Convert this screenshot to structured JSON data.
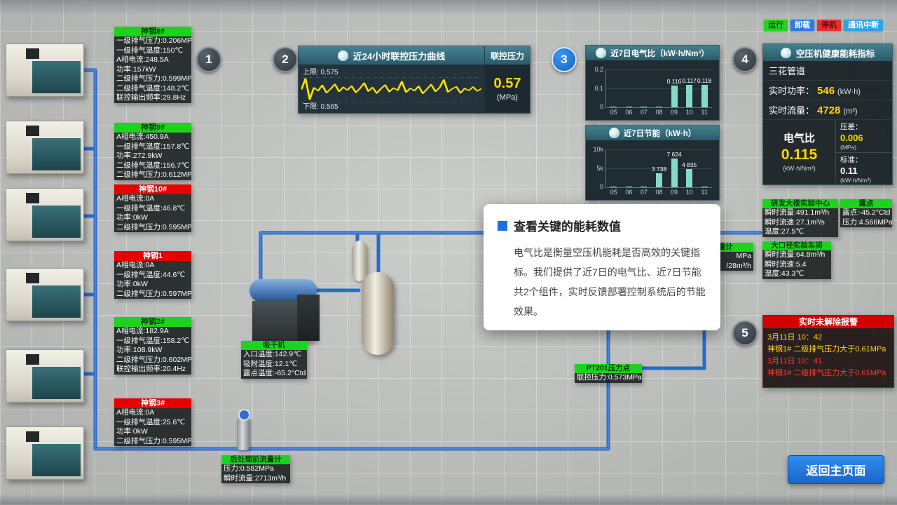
{
  "legend": {
    "run": "运行",
    "unload": "卸载",
    "stop": "停机",
    "comm_fail": "通讯中断"
  },
  "steps": {
    "s1": "1",
    "s2": "2",
    "s3": "3",
    "s4": "4",
    "s5": "5"
  },
  "tooltip": {
    "title": "查看关键的能耗数值",
    "body": "电气比是衡量空压机能耗是否高效的关键指标。我们提供了近7日的电气比、近7日节能共2个组件，实时反馈部署控制系统后的节能效果。"
  },
  "compressors": [
    {
      "name": "神钢8#",
      "status": "running",
      "rows": [
        "一级排气压力:0.206MPa",
        "一级排气温度:150℃",
        "A相电流:248.5A",
        "功率:157kW",
        "二级排气压力:0.599MPa",
        "二级排气温度:148.2℃",
        "联控输出频率:29.8Hz"
      ]
    },
    {
      "name": "神钢9#",
      "status": "running",
      "rows": [
        "A相电流:450.9A",
        "一级排气温度:157.8℃",
        "功率:272.9kW",
        "二级排气温度:156.7℃",
        "二级排气压力:0.612MPa"
      ]
    },
    {
      "name": "神钢10#",
      "status": "stopped",
      "rows": [
        "A相电流:0A",
        "一级排气温度:46.8℃",
        "功率:0kW",
        "二级排气压力:0.595MPa"
      ]
    },
    {
      "name": "神钢1",
      "status": "stopped",
      "rows": [
        "A相电流:0A",
        "一级排气温度:44.6℃",
        "功率:0kW",
        "二级排气压力:0.597MPa"
      ]
    },
    {
      "name": "神钢2#",
      "status": "running",
      "rows": [
        "A相电流:182.9A",
        "一级排气温度:158.2℃",
        "功率:108.9kW",
        "二级排气压力:0.602MPa",
        "联控输出频率:20.4Hz"
      ]
    },
    {
      "name": "神钢3#",
      "status": "stopped",
      "rows": [
        "A相电流:0A",
        "一级排气温度:25.6℃",
        "功率:0kW",
        "二级排气压力:0.595MPa"
      ]
    }
  ],
  "panels": {
    "pressure": {
      "title": "近24小时联控压力曲线",
      "right_header": "联控压力",
      "upper_label": "上限: 0.575",
      "lower_label": "下限: 0.565",
      "value": "0.57",
      "unit": "(MPa)",
      "series_cfg": {
        "min": 0.5645,
        "max": 0.5765,
        "upper": 0.575,
        "lower": 0.565,
        "values": [
          0.57,
          0.5745,
          0.566,
          0.5708,
          0.5695,
          0.5718,
          0.5687,
          0.5703,
          0.5722,
          0.5692,
          0.571,
          0.5698,
          0.5715,
          0.5688,
          0.5705,
          0.5727,
          0.5693,
          0.5709,
          0.5685,
          0.5704,
          0.5719,
          0.5691,
          0.5707,
          0.5697,
          0.5733,
          0.5689,
          0.5706,
          0.5695,
          0.5714,
          0.5684,
          0.5702,
          0.5721,
          0.5692,
          0.5708,
          0.574,
          0.569,
          0.5703,
          0.5712,
          0.5686,
          0.5705,
          0.5696,
          0.5711,
          0.5694,
          0.5704
        ]
      }
    },
    "elec": {
      "title": "近7日电气比（kW·h/Nm³）",
      "yticks": [
        "0.2",
        "0.1",
        "0"
      ],
      "chart": {
        "type": "bar",
        "max": 0.2,
        "categories": [
          "05",
          "06",
          "07",
          "08",
          "09",
          "10",
          "11"
        ],
        "values": [
          0,
          0,
          0,
          0,
          0.116,
          0.117,
          0.118
        ],
        "labels": [
          "",
          "",
          "",
          "",
          "0.116",
          "0.117",
          "0.118"
        ]
      }
    },
    "energy": {
      "title": "近7日节能（kW·h）",
      "yticks": [
        "10k",
        "5k",
        "0"
      ],
      "chart": {
        "type": "bar",
        "max": 10000,
        "categories": [
          "05",
          "06",
          "07",
          "08",
          "09",
          "10",
          "11"
        ],
        "values": [
          0,
          0,
          0,
          3738,
          7624,
          4835,
          0
        ],
        "labels": [
          "",
          "",
          "",
          "3 738",
          "7 624",
          "4 835",
          ""
        ]
      }
    },
    "health": {
      "title": "空压机健康能耗指标",
      "pipeline": "三花管道",
      "power_label": "实时功率：",
      "power_value": "546",
      "power_unit": "(kW·h)",
      "flow_label": "实时流量：",
      "flow_value": "4728",
      "flow_unit": "(m³)",
      "ratio_label": "电气比",
      "ratio_value": "0.115",
      "ratio_unit": "(kW·h/Nm³)",
      "diff_label": "压差：",
      "diff_value": "0.006",
      "diff_unit": "(MPa)",
      "std_label": "标准：",
      "std_value": "0.11",
      "std_unit": "(kW·h/Nm³)"
    },
    "alarm": {
      "title": "实时未解除报警",
      "alarm1_time": "3月11日 10：42",
      "alarm1_text": "神钢1# 二级排气压力大于0.61MPa",
      "alarm2_time": "3月11日 10：41",
      "alarm2_text": "神钢1# 二级排气压力大于0.61MPa"
    }
  },
  "sensors": {
    "rd_center": {
      "name": "研发大楼实验中心",
      "rows": [
        "瞬时流量:491.1m³/h",
        "瞬时流速:27.1m³/s",
        "温度:27.5℃"
      ]
    },
    "dew_point": {
      "name": "露点",
      "rows": [
        "露点:-45.2°Ctd",
        "压力:4.566MPa"
      ]
    },
    "large_bore": {
      "name": "大口径实验车间",
      "rows": [
        "瞬时流量:64.8m³/h",
        "瞬时流速:5.4",
        "温度:43.3℃"
      ]
    },
    "hidden_meter": {
      "name": "流量计",
      "rows": [
        "MPa",
        "/28m³/h"
      ]
    },
    "dryer": {
      "name": "吸干机",
      "rows": [
        "入口温度:142.9℃",
        "吸附温度:12.1℃",
        "露点温度:-65.2°Ctd"
      ]
    },
    "pt201": {
      "name": "PT201压力点",
      "rows": [
        "联控压力:0.573MPa"
      ]
    },
    "pre_flow": {
      "name": "后处理前流量计",
      "rows": [
        "压力:0.582MPa",
        "瞬时流量:2713m³/h"
      ]
    }
  },
  "back_button": "返回主页面",
  "colors": {
    "running_green": "#1bd41b",
    "stopped_red": "#e60000",
    "panel_teal": "#3a7486",
    "value_yellow": "#ffd800",
    "pipe_blue": "#2a69cc",
    "alarm_red": "#d40000",
    "step_active_blue": "#1f7ae0",
    "bar_teal": "#86d9c6",
    "line_yellow": "#ffe100"
  }
}
